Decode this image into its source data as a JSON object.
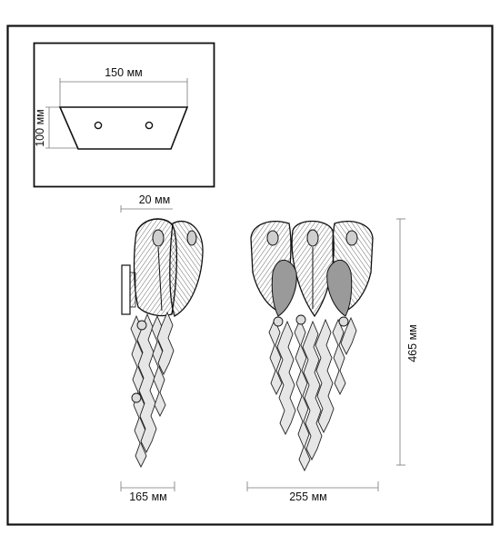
{
  "dimensions": {
    "mount_width": "150 мм",
    "mount_height": "100 мм",
    "side_depth_small": "20 мм",
    "side_depth": "165 мм",
    "front_width": "255 мм",
    "total_height": "465 мм"
  },
  "colors": {
    "frame": "#111111",
    "dimension_line": "#777777",
    "fill_light": "#d0d0d0",
    "fill_dark": "#8a8a8a"
  }
}
